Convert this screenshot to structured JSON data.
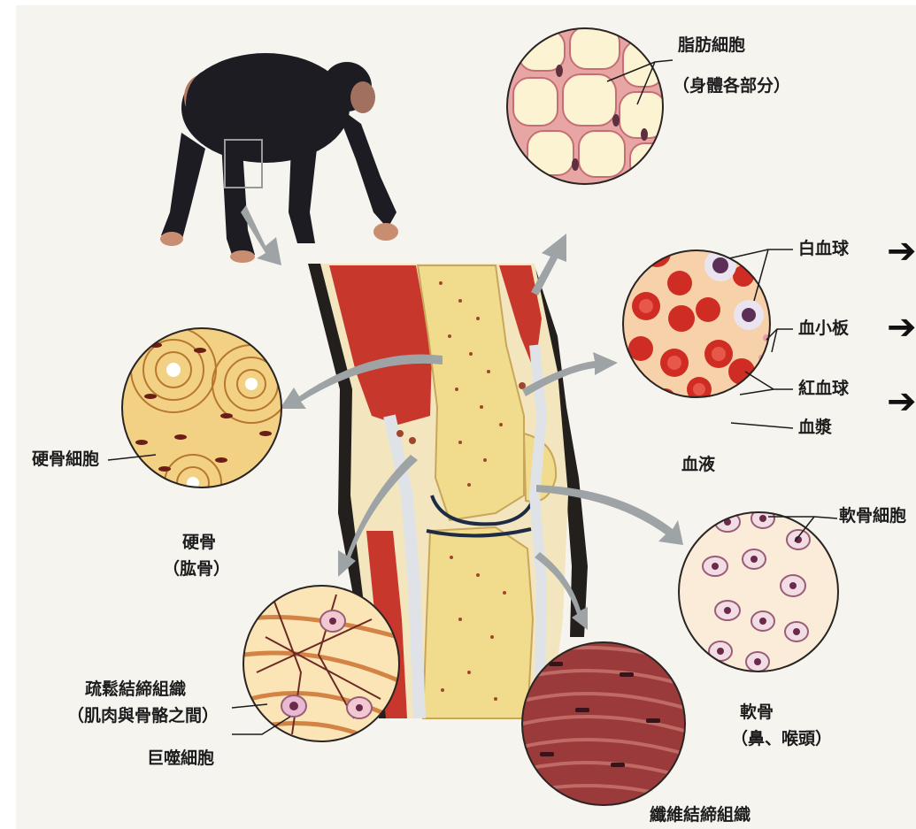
{
  "labels": {
    "adipose": "脂肪細胞",
    "adipose_location": "（身體各部分）",
    "white_blood_cell": "白血球",
    "platelet": "血小板",
    "red_blood_cell": "紅血球",
    "plasma": "血漿",
    "blood": "血液",
    "bone_cell": "硬骨細胞",
    "bone": "硬骨",
    "bone_example": "（肱骨）",
    "cartilage_cell": "軟骨細胞",
    "cartilage": "軟骨",
    "cartilage_location": "（鼻、喉頭）",
    "loose_ct": "疏鬆結締組織",
    "loose_ct_location": "（肌肉與骨骼之間）",
    "macrophage": "巨噬細胞",
    "fibrous_ct": "纖維結締組織"
  },
  "side_arrows": [
    "➔",
    "➔",
    "➔"
  ],
  "colors": {
    "background": "#f6f4ef",
    "muscle": "#c8372b",
    "bone": "#f1dc8e",
    "arrow": "#9ea3a6",
    "fat": "#fbf3d2",
    "chimp": "#1c1c22"
  }
}
